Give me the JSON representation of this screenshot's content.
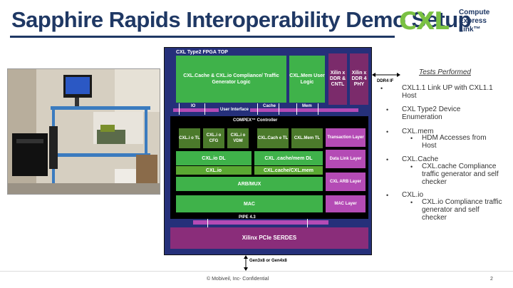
{
  "header": {
    "title": "Sapphire Rapids Interoperability Demo Setup",
    "logo_mark": "CXL",
    "logo_lines": [
      "Compute",
      "Express",
      "Link™"
    ]
  },
  "photo": {
    "alt": "lab-bench-photo"
  },
  "fpga": {
    "top_label": "CXL Type2 FPGA TOP",
    "compliance_block": "CXL.Cache & CXL.io Compliance/ Traffic Generator Logic",
    "mem_user_logic": "CXL.Mem User Logic",
    "xilinx_ddr_cntl": "Xilin x DDR & CNTL",
    "xilinx_ddr_phy": "Xilin x DDR 4 PHY",
    "io_label": "IO",
    "cache_label": "Cache",
    "mem_label": "Mem",
    "user_interface": "User Interface",
    "controller_title": "COMPEX™ Controller",
    "cxl_io_tl": "CXL.i o TL",
    "cxl_io_cfg": "CXL.i o CFG",
    "cxl_io_vdm": "CXL.i o VDM",
    "cxl_cache_tl": "CXL.Cach e TL",
    "cxl_mem_tl": "CXL.Mem TL",
    "transaction_layer": "Transaction Layer",
    "cxl_io_dl": "CXL.io DL",
    "cxl_cachemem_dl": "CXL .cache/mem DL",
    "data_link_layer": "Data Link Layer",
    "cxl_io": "CXL.io",
    "cxl_cache_mem": "CXL.cache/CXL.mem",
    "arb_mux": "ARB/MUX",
    "cxl_arb_layer": "CXL ARB Layer",
    "mac": "MAC",
    "mac_layer": "MAC Layer",
    "pipe": "PIPE 4.3",
    "serdes": "Xilinx PCIe SERDES",
    "ddr4_if": "DDR4 IF",
    "gen_label": "Gen3x8 or Gen4x8"
  },
  "tests": {
    "title": "Tests Performed",
    "items": [
      {
        "text": "CXL1.1 Link UP with CXL1.1 Host",
        "sub": []
      },
      {
        "text": "CXL Type2 Device Enumeration",
        "sub": []
      },
      {
        "text": "CXL.mem",
        "sub": [
          "HDM Accesses from Host"
        ]
      },
      {
        "text": "CXL.Cache",
        "sub": [
          "CXL.cache Compliance traffic generator and self checker"
        ]
      },
      {
        "text": "CXL.io",
        "sub": [
          "CXL.io Compliance traffic generator and self checker"
        ]
      }
    ]
  },
  "footer": {
    "text": "© Mobiveil, Inc- Confidential",
    "page": "2"
  }
}
